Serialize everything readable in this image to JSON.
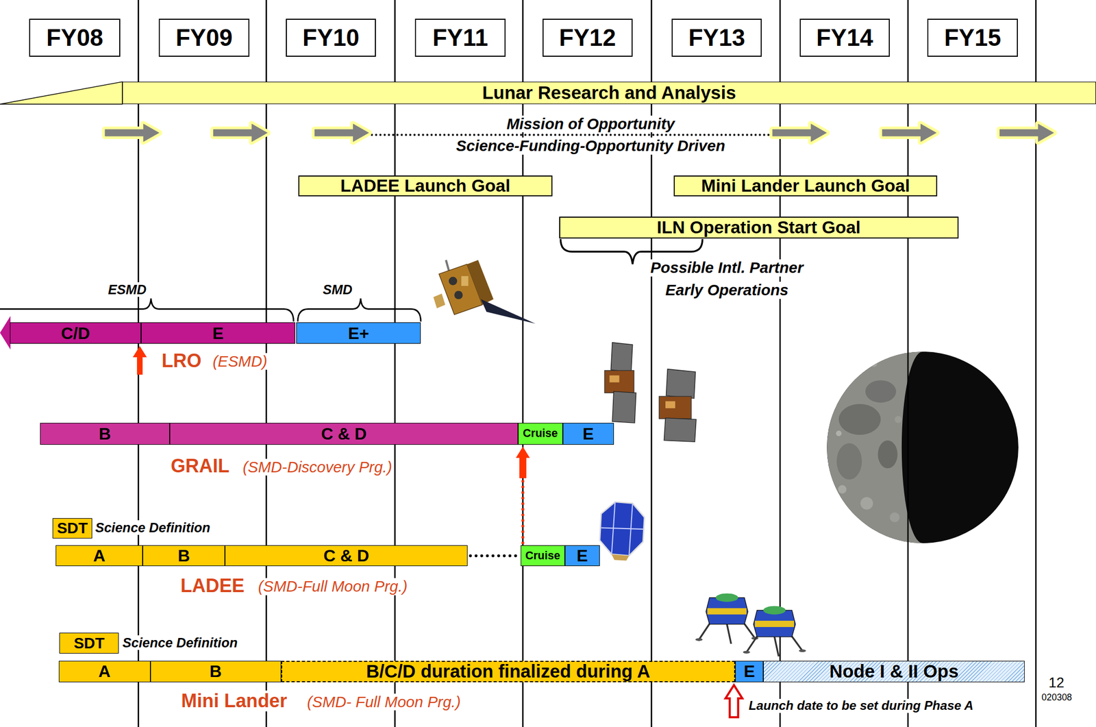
{
  "diagram": {
    "nodes": [
      {
        "text": [
          "FY08"
        ]
      },
      {
        "text": [
          "FY09"
        ]
      },
      {
        "text": [
          "FY10"
        ]
      },
      {
        "text": [
          "FY11"
        ]
      },
      {
        "text": [
          "FY12"
        ]
      },
      {
        "text": [
          "FY13"
        ]
      },
      {
        "text": [
          "FY14"
        ]
      },
      {
        "text": [
          "FY15"
        ]
      },
      {
        "text": [
          "Lunar Research and Analysis"
        ]
      },
      {
        "text": [
          "LADEE Launch Goal"
        ]
      },
      {
        "text": [
          "Mini Lander Launch Goal"
        ]
      },
      {
        "text": [
          "ILN Operation Start Goal"
        ]
      },
      {
        "text": [
          "C/D"
        ]
      },
      {
        "text": [
          "E"
        ]
      },
      {
        "text": [
          "E+"
        ]
      },
      {
        "text": [
          "B"
        ]
      },
      {
        "text": [
          "C & D"
        ]
      },
      {
        "text": [
          "Cruise"
        ]
      },
      {
        "text": [
          "E"
        ]
      },
      {
        "text": [
          "SDT"
        ]
      },
      {
        "text": [
          "A"
        ]
      },
      {
        "text": [
          "B"
        ]
      },
      {
        "text": [
          "C & D"
        ]
      },
      {
        "text": [
          "Cruise"
        ]
      },
      {
        "text": [
          "E"
        ]
      },
      {
        "text": [
          "SDT"
        ]
      },
      {
        "text": [
          "A"
        ]
      },
      {
        "text": [
          "B"
        ]
      },
      {
        "text": [
          "B/C/D duration finalized during A"
        ]
      },
      {
        "text": [
          "E"
        ]
      },
      {
        "text": [
          "Node I & II Ops"
        ]
      }
    ],
    "edges": [
      {
        "from": 22,
        "to": 23,
        "arrow": "none"
      },
      {
        "from": 23,
        "to": 17,
        "arrow": "to"
      }
    ],
    "labels": [
      "Mission of Opportunity",
      "Science-Funding-Opportunity Driven",
      "Possible Intl. Partner",
      "Early Operations",
      "ESMD",
      "SMD",
      "LRO",
      "(ESMD)",
      "GRAIL",
      "(SMD-Discovery Prg.)",
      "Science Definition",
      "LADEE",
      "(SMD-Full Moon Prg.)",
      "Science Definition",
      "Mini Lander",
      "(SMD- Full Moon Prg.)",
      "Launch date to be set during Phase A",
      "12",
      "020308"
    ]
  }
}
